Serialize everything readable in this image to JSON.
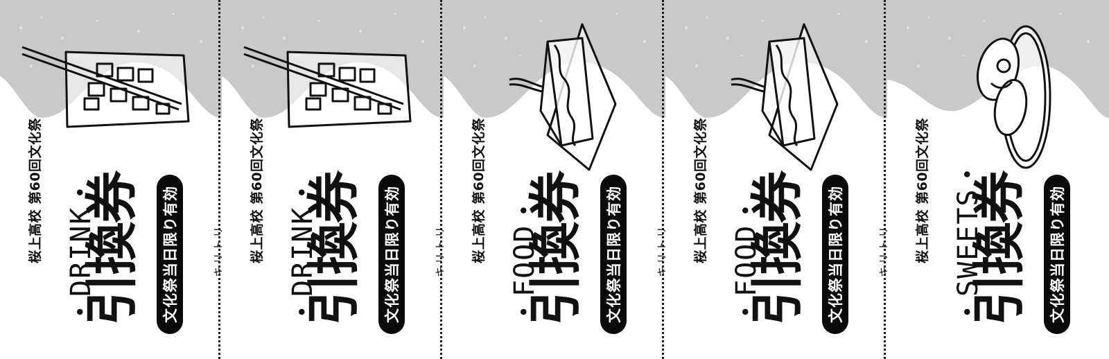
{
  "tickets": [
    {
      "school": "桜上高校 第60回文化祭",
      "category": "・DRINK・",
      "title": "引換券",
      "valid": "文化祭当日限り有効",
      "kiritori": "キリトリ",
      "icon": "drink-glass-icon"
    },
    {
      "school": "桜上高校 第60回文化祭",
      "category": "・DRINK・",
      "title": "引換券",
      "valid": "文化祭当日限り有効",
      "kiritori": "キリトリ",
      "icon": "drink-glass-icon"
    },
    {
      "school": "桜上高校 第60回文化祭",
      "category": "・FOOD・",
      "title": "引換券",
      "valid": "文化祭当日限り有効",
      "kiritori": "キリトリ",
      "icon": "sandwich-icon"
    },
    {
      "school": "桜上高校 第60回文化祭",
      "category": "・FOOD・",
      "title": "引換券",
      "valid": "文化祭当日限り有効",
      "kiritori": "キリトリ",
      "icon": "sandwich-icon"
    },
    {
      "school": "桜上高校 第60回文化祭",
      "category": "・SWEETS・",
      "title": "引換券",
      "valid": "文化祭当日限り有効",
      "icon": "pancake-plate-icon"
    }
  ],
  "colors": {
    "gray_top": "#c9c9c9",
    "gray_dot": "#e6e6e6",
    "ink": "#111111",
    "badge": "#0b0b0b"
  }
}
